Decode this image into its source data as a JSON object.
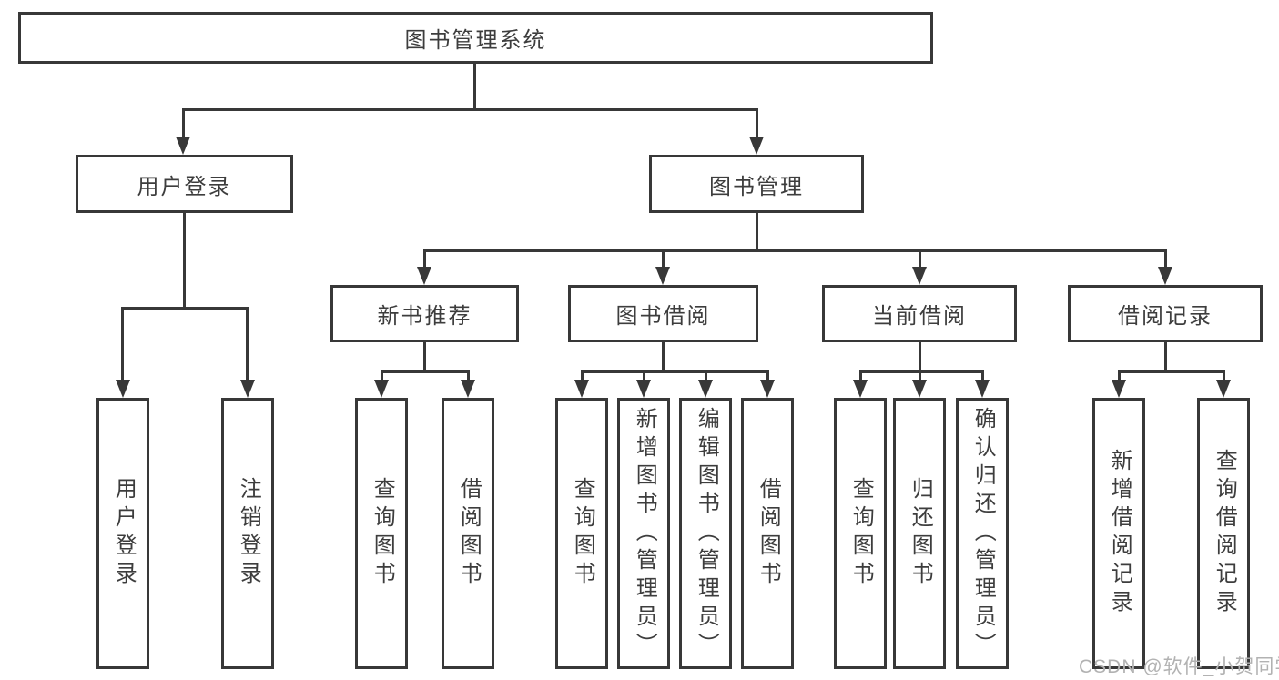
{
  "diagram": {
    "root": {
      "label": "图书管理系统"
    },
    "level2": [
      {
        "label": "用户登录"
      },
      {
        "label": "图书管理"
      }
    ],
    "level3": [
      {
        "label": "新书推荐"
      },
      {
        "label": "图书借阅"
      },
      {
        "label": "当前借阅"
      },
      {
        "label": "借阅记录"
      }
    ],
    "leaves": {
      "user_login": [
        {
          "label": "用户登录"
        },
        {
          "label": "注销登录"
        }
      ],
      "new_book_rec": [
        {
          "label": "查询图书"
        },
        {
          "label": "借阅图书"
        }
      ],
      "book_borrow": [
        {
          "label": "查询图书"
        },
        {
          "label": "新增图书（管理员）"
        },
        {
          "label": "编辑图书（管理员）"
        },
        {
          "label": "借阅图书"
        }
      ],
      "current_borrow": [
        {
          "label": "查询图书"
        },
        {
          "label": "归还图书"
        },
        {
          "label": "确认归还（管理员）"
        }
      ],
      "borrow_records": [
        {
          "label": "新增借阅记录"
        },
        {
          "label": "查询借阅记录"
        }
      ]
    },
    "colors": {
      "line": "#383838",
      "text": "#3d3d3d",
      "background": "#ffffff",
      "watermark": "#b2b2b2"
    }
  },
  "watermark": {
    "text": "CSDN @软件_小贺同学"
  }
}
